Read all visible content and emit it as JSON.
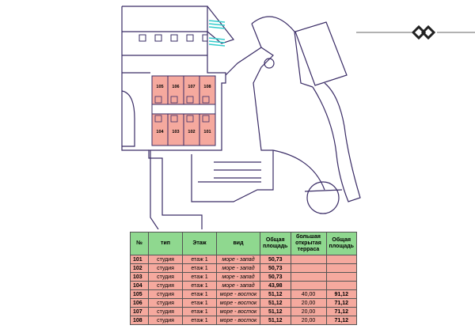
{
  "floor_plan": {
    "apartments_top": [
      "105",
      "106",
      "107",
      "108"
    ],
    "apartments_bottom": [
      "104",
      "103",
      "102",
      "101"
    ]
  },
  "colors": {
    "apartment_fill": "#f5a99e",
    "header_fill": "#8fd88f",
    "wall": "#3a2c66",
    "stair": "#33cccc"
  },
  "table": {
    "headers": [
      "№",
      "тип",
      "Этаж",
      "вид",
      "Общая площадь",
      "большая открытая терраса",
      "Общая площадь"
    ],
    "rows": [
      [
        "101",
        "студия",
        "етаж 1",
        "море - запад",
        "50,73",
        "",
        ""
      ],
      [
        "102",
        "студия",
        "етаж 1",
        "море - запад",
        "50,73",
        "",
        ""
      ],
      [
        "103",
        "студия",
        "етаж 1",
        "море - запад",
        "50,73",
        "",
        ""
      ],
      [
        "104",
        "студия",
        "етаж 1",
        "море - запад",
        "43,98",
        "",
        ""
      ],
      [
        "105",
        "студия",
        "етаж 1",
        "море - восток",
        "51,12",
        "40,00",
        "91,12"
      ],
      [
        "106",
        "студия",
        "етаж 1",
        "море - восток",
        "51,12",
        "20,00",
        "71,12"
      ],
      [
        "107",
        "студия",
        "етаж 1",
        "море - восток",
        "51,12",
        "20,00",
        "71,12"
      ],
      [
        "108",
        "студия",
        "етаж 1",
        "море - восток",
        "51,12",
        "20,00",
        "71,12"
      ]
    ]
  }
}
